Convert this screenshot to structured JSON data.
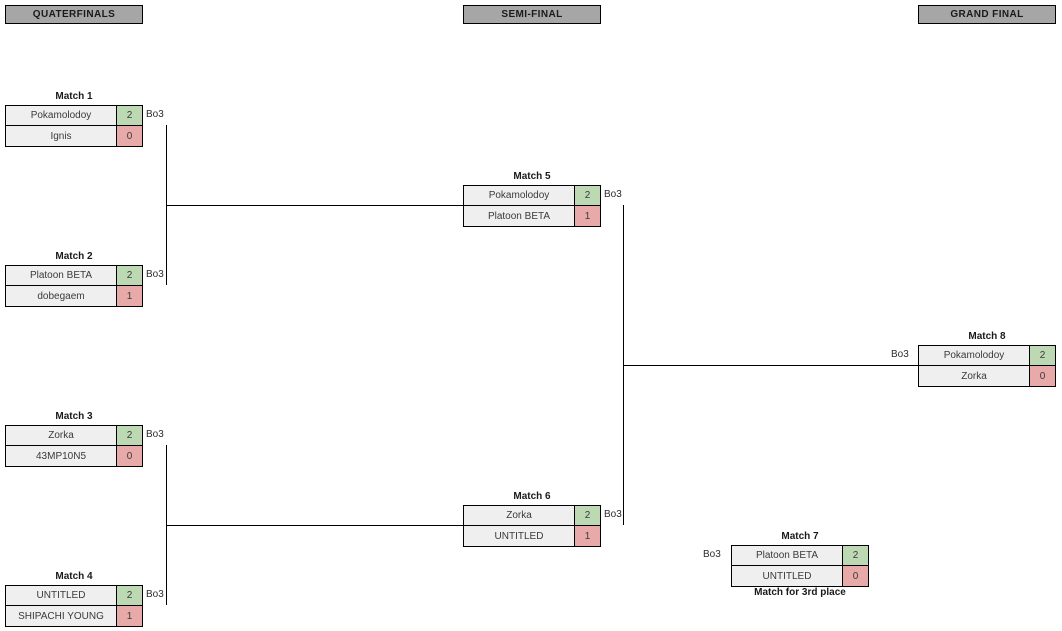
{
  "rounds": [
    {
      "id": "quarterfinals",
      "label": "QUATERFINALS"
    },
    {
      "id": "semi-final",
      "label": "SEMI-FINAL"
    },
    {
      "id": "grand-final",
      "label": "GRAND FINAL"
    }
  ],
  "format_label": "Bo3",
  "third_place_caption": "Match for 3rd place",
  "colors": {
    "header_bar": "#a6a6a6",
    "row_bg": "#efefef",
    "score_win": "#bcd9b4",
    "score_lose": "#e8a9a9",
    "border": "#000000"
  },
  "matches": [
    {
      "id": "match-1",
      "title": "Match 1",
      "round": "quarterfinals",
      "format": "Bo3",
      "top": {
        "team": "Pokamolodoy",
        "score": "2",
        "result": "win"
      },
      "bottom": {
        "team": "Ignis",
        "score": "0",
        "result": "lose"
      }
    },
    {
      "id": "match-2",
      "title": "Match 2",
      "round": "quarterfinals",
      "format": "Bo3",
      "top": {
        "team": "Platoon BETA",
        "score": "2",
        "result": "win"
      },
      "bottom": {
        "team": "dobegaem",
        "score": "1",
        "result": "lose"
      }
    },
    {
      "id": "match-3",
      "title": "Match 3",
      "round": "quarterfinals",
      "format": "Bo3",
      "top": {
        "team": "Zorka",
        "score": "2",
        "result": "win"
      },
      "bottom": {
        "team": "43MP10N5",
        "score": "0",
        "result": "lose"
      }
    },
    {
      "id": "match-4",
      "title": "Match 4",
      "round": "quarterfinals",
      "format": "Bo3",
      "top": {
        "team": "UNTITLED",
        "score": "2",
        "result": "win"
      },
      "bottom": {
        "team": "SHIPACHI YOUNG",
        "score": "1",
        "result": "lose"
      }
    },
    {
      "id": "match-5",
      "title": "Match 5",
      "round": "semi-final",
      "format": "Bo3",
      "top": {
        "team": "Pokamolodoy",
        "score": "2",
        "result": "win"
      },
      "bottom": {
        "team": "Platoon BETA",
        "score": "1",
        "result": "lose"
      }
    },
    {
      "id": "match-6",
      "title": "Match 6",
      "round": "semi-final",
      "format": "Bo3",
      "top": {
        "team": "Zorka",
        "score": "2",
        "result": "win"
      },
      "bottom": {
        "team": "UNTITLED",
        "score": "1",
        "result": "lose"
      }
    },
    {
      "id": "match-7",
      "title": "Match 7",
      "round": "third-place",
      "format": "Bo3",
      "caption": "Match for 3rd place",
      "top": {
        "team": "Platoon BETA",
        "score": "2",
        "result": "win"
      },
      "bottom": {
        "team": "UNTITLED",
        "score": "0",
        "result": "lose"
      }
    },
    {
      "id": "match-8",
      "title": "Match 8",
      "round": "grand-final",
      "format": "Bo3",
      "top": {
        "team": "Pokamolodoy",
        "score": "2",
        "result": "win"
      },
      "bottom": {
        "team": "Zorka",
        "score": "0",
        "result": "lose"
      }
    }
  ]
}
